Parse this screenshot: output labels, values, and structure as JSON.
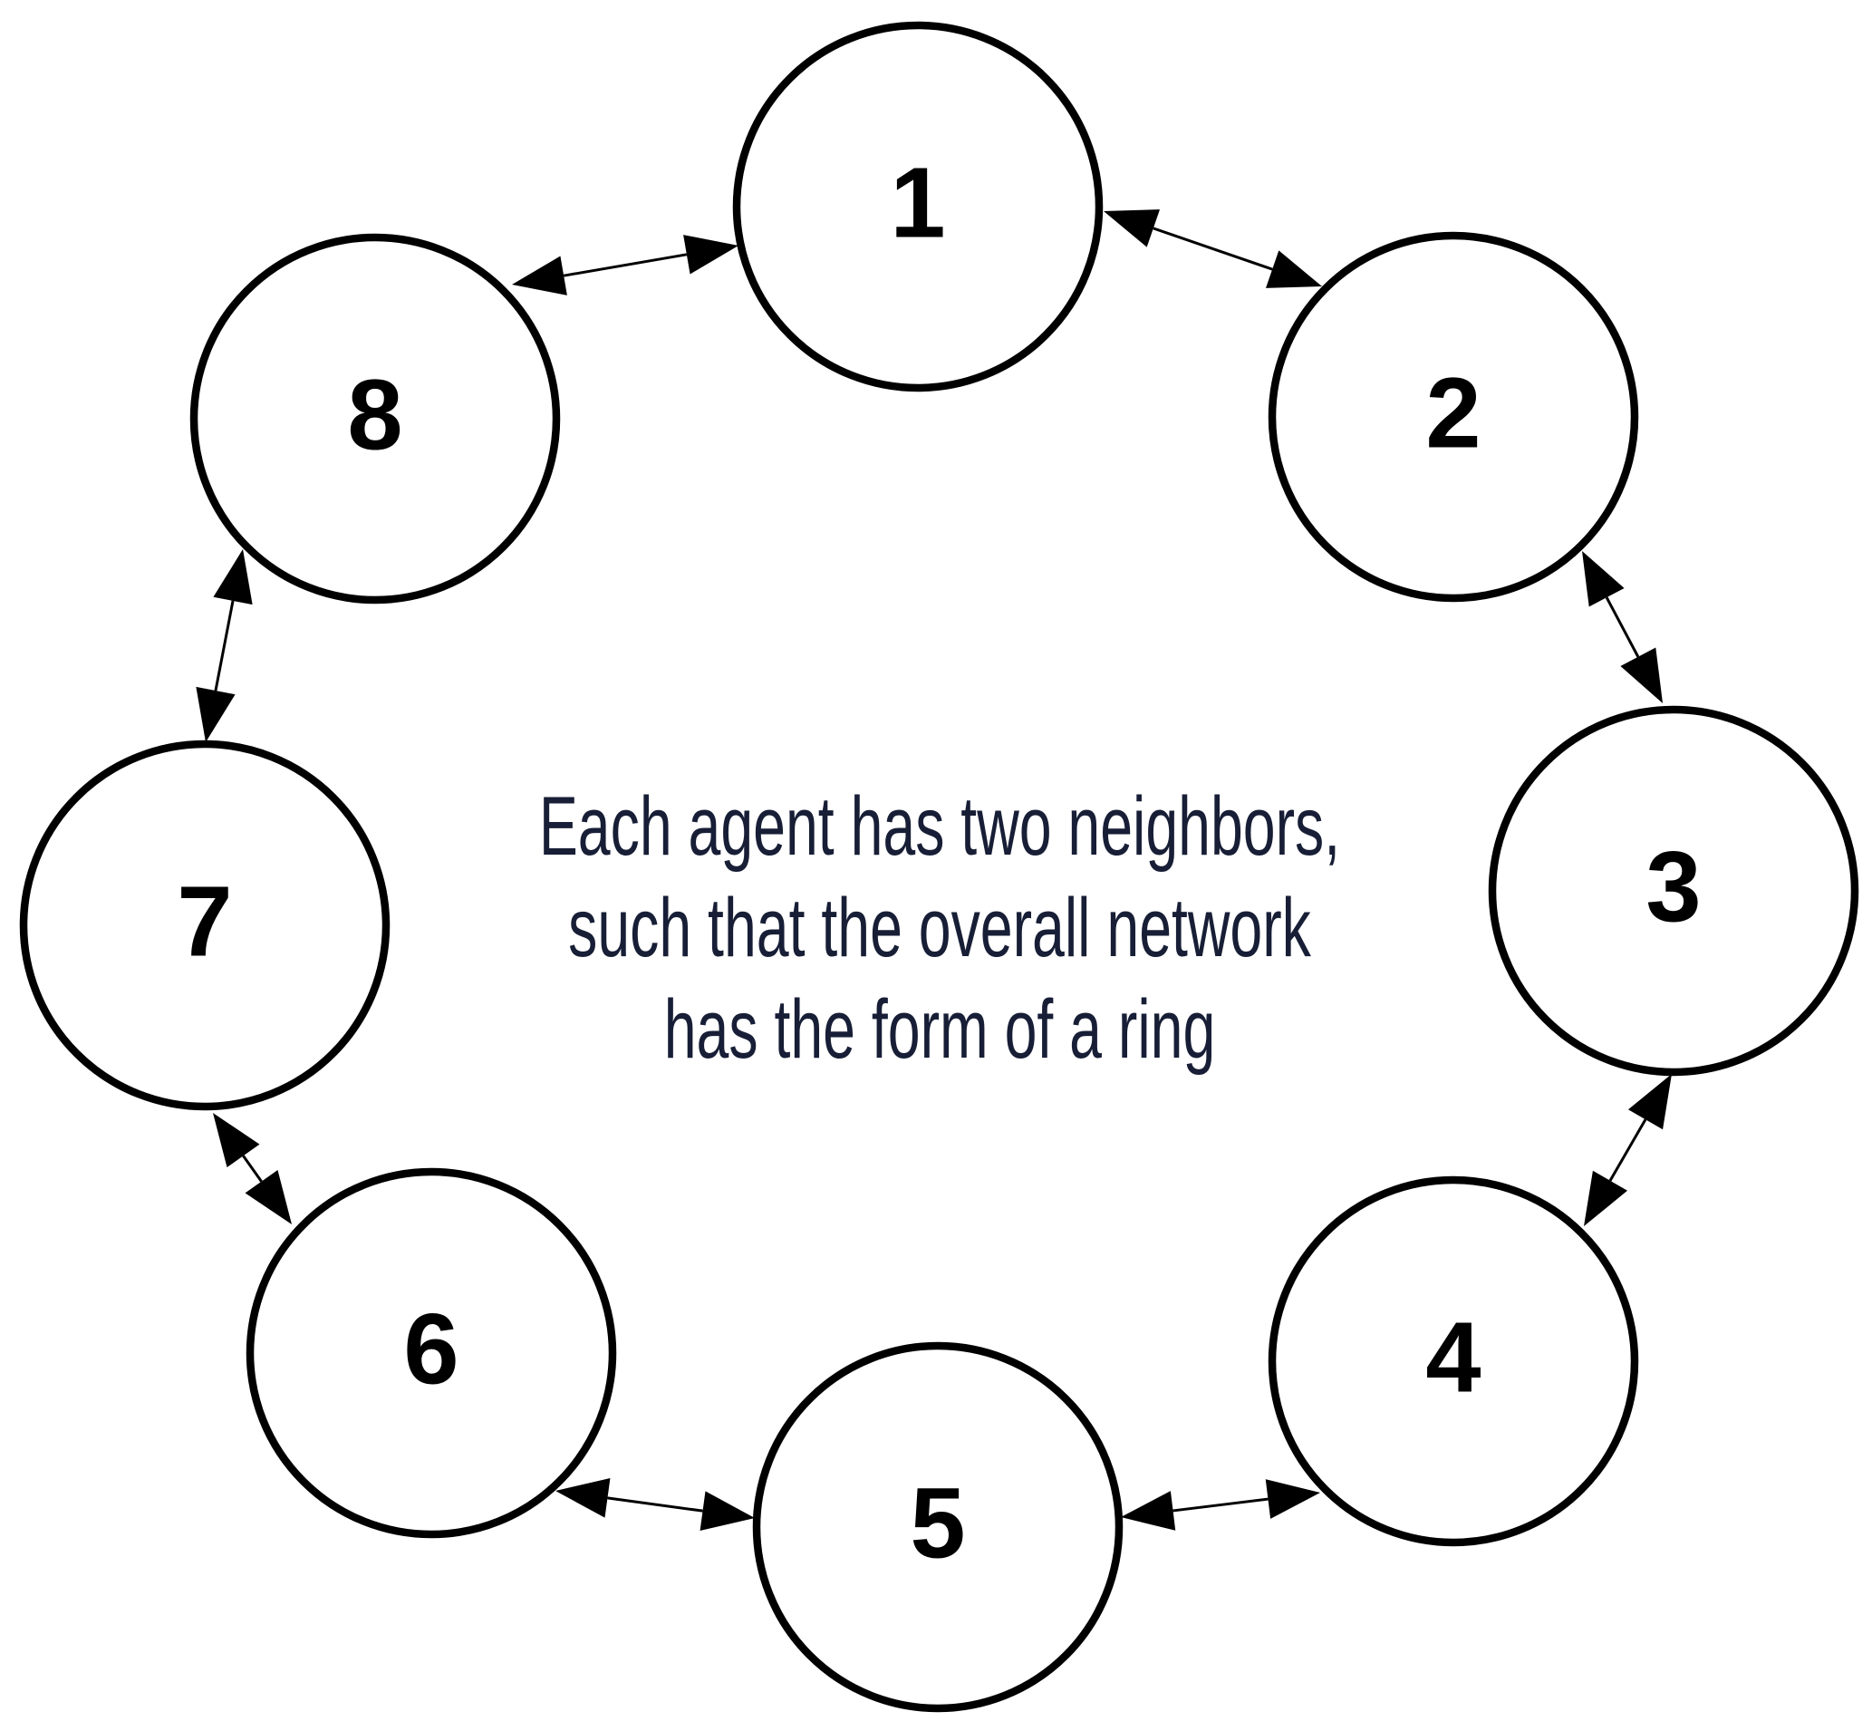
{
  "diagram": {
    "caption": {
      "lines": [
        "Each agent has two neighbors,",
        "such that the overall network",
        "has the form of a ring"
      ],
      "color": "#171e36"
    },
    "nodes": [
      {
        "id": "1",
        "label": "1"
      },
      {
        "id": "2",
        "label": "2"
      },
      {
        "id": "3",
        "label": "3"
      },
      {
        "id": "4",
        "label": "4"
      },
      {
        "id": "5",
        "label": "5"
      },
      {
        "id": "6",
        "label": "6"
      },
      {
        "id": "7",
        "label": "7"
      },
      {
        "id": "8",
        "label": "8"
      }
    ],
    "edges": [
      {
        "from": "1",
        "to": "2",
        "style": "bidirectional"
      },
      {
        "from": "2",
        "to": "3",
        "style": "bidirectional"
      },
      {
        "from": "3",
        "to": "4",
        "style": "bidirectional"
      },
      {
        "from": "4",
        "to": "5",
        "style": "bidirectional"
      },
      {
        "from": "5",
        "to": "6",
        "style": "bidirectional"
      },
      {
        "from": "6",
        "to": "7",
        "style": "bidirectional"
      },
      {
        "from": "7",
        "to": "8",
        "style": "bidirectional"
      },
      {
        "from": "8",
        "to": "1",
        "style": "bidirectional"
      }
    ],
    "colors": {
      "background": "#ffffff",
      "node_fill": "#ffffff",
      "node_stroke": "#000000",
      "edge": "#000000",
      "node_label": "#000000"
    }
  }
}
